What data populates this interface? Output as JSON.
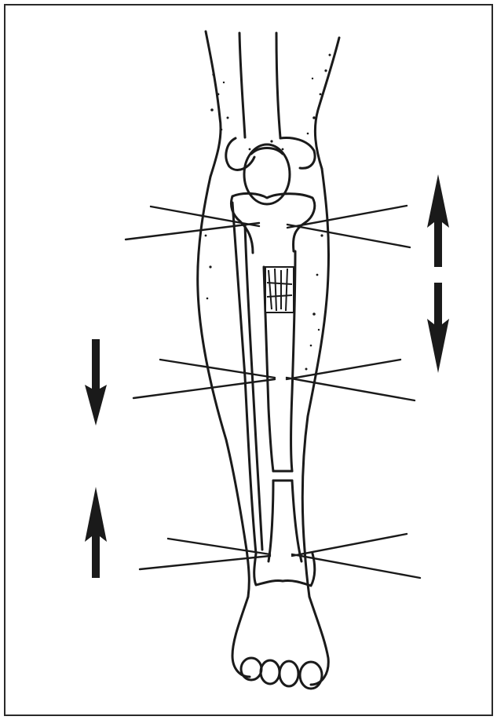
{
  "figure": {
    "kind": "line-drawing",
    "subject": "leg-with-transfixion-wires",
    "colors": {
      "ink": "#1a1a1a",
      "paper": "#ffffff",
      "border": "#2a2a2a"
    },
    "wire_levels": [
      "proximal",
      "middle",
      "distal"
    ],
    "arrows": [
      {
        "name": "right-double-arrow",
        "direction": "up-and-down"
      },
      {
        "name": "left-upper-arrow",
        "direction": "down"
      },
      {
        "name": "left-lower-arrow",
        "direction": "up"
      }
    ]
  }
}
